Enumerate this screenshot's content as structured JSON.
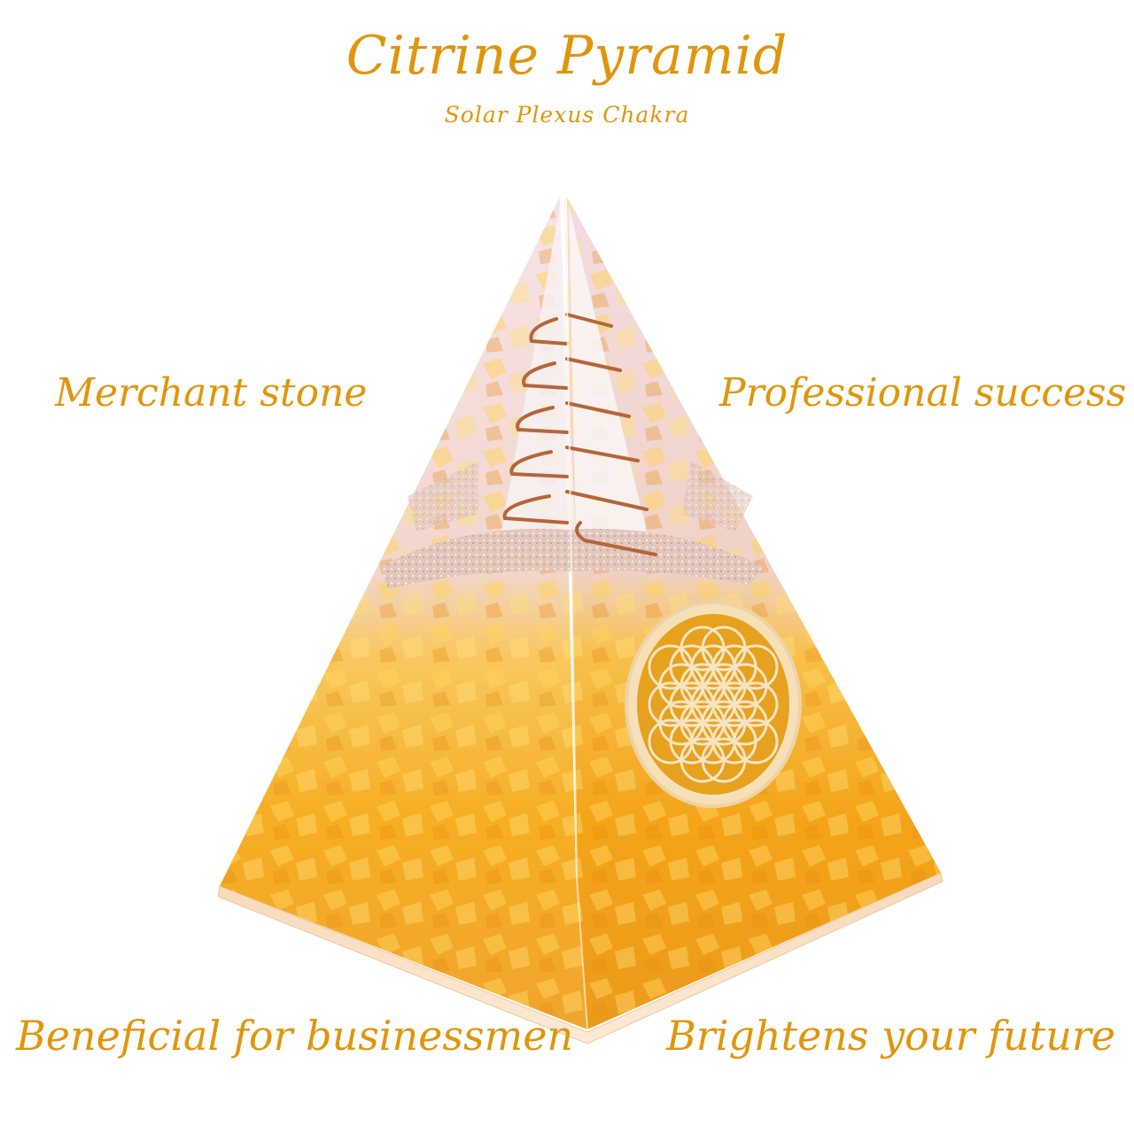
{
  "header": {
    "title": "Citrine Pyramid",
    "subtitle": "Solar Plexus Chakra"
  },
  "features": [
    {
      "label": "Merchant stone",
      "position": "top-left"
    },
    {
      "label": "Professional success",
      "position": "top-right"
    },
    {
      "label": "Beneficial for businessmen",
      "position": "bottom-left"
    },
    {
      "label": "Brightens your future",
      "position": "bottom-right"
    }
  ],
  "product_image": {
    "subject": "orgone pyramid with citrine chips",
    "elements": [
      "copper-coil",
      "clear-quartz-point",
      "metal-shavings-layer",
      "citrine-chips",
      "flower-of-life-emblem"
    ]
  },
  "colors": {
    "text_gold": "#E0960C",
    "citrine_orange": "#F5A21A",
    "citrine_yellow": "#FFC93A",
    "copper": "#B5653A",
    "background": "#FFFFFF"
  }
}
